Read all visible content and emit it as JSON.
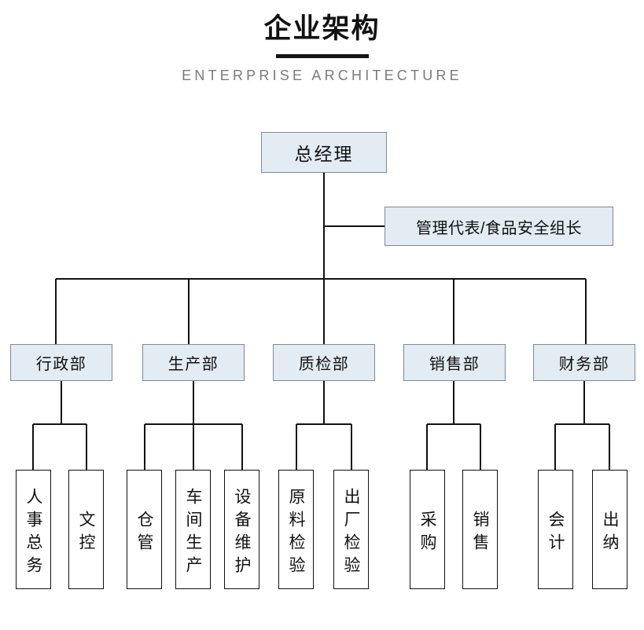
{
  "header": {
    "title_cn": "企业架构",
    "title_en": "ENTERPRISE ARCHITECTURE"
  },
  "colors": {
    "box_fill": "#e3ebf3",
    "box_border": "#7d8a97",
    "leaf_fill": "#ffffff",
    "leaf_border": "#111111",
    "connector": "#111111",
    "title_color": "#111111",
    "subtitle_color": "#7a7a7a",
    "background": "#ffffff"
  },
  "chart_data": {
    "type": "diagram",
    "diagram_type": "organization-chart",
    "title": "企业架构",
    "subtitle": "ENTERPRISE ARCHITECTURE",
    "orientation": "top-down",
    "levels": 3,
    "root": "总经理",
    "staff_node": "管理代表/食品安全组长",
    "departments": [
      {
        "name": "行政部",
        "children": [
          "人事总务",
          "文控"
        ]
      },
      {
        "name": "生产部",
        "children": [
          "仓管",
          "车间生产",
          "设备维护"
        ]
      },
      {
        "name": "质检部",
        "children": [
          "原料检验",
          "出厂检验"
        ]
      },
      {
        "name": "销售部",
        "children": [
          "采购",
          "销售"
        ]
      },
      {
        "name": "财务部",
        "children": [
          "会计",
          "出纳"
        ]
      }
    ],
    "node_count": 18
  },
  "nodes": {
    "top": {
      "label": "总经理"
    },
    "staff": {
      "label": "管理代表/食品安全组长"
    },
    "dept": [
      {
        "label": "行政部"
      },
      {
        "label": "生产部"
      },
      {
        "label": "质检部"
      },
      {
        "label": "销售部"
      },
      {
        "label": "财务部"
      }
    ],
    "leaf": [
      {
        "label": "人事总务"
      },
      {
        "label": "文控"
      },
      {
        "label": "仓管"
      },
      {
        "label": "车间生产"
      },
      {
        "label": "设备维护"
      },
      {
        "label": "原料检验"
      },
      {
        "label": "出厂检验"
      },
      {
        "label": "采购"
      },
      {
        "label": "销售"
      },
      {
        "label": "会计"
      },
      {
        "label": "出纳"
      }
    ]
  }
}
